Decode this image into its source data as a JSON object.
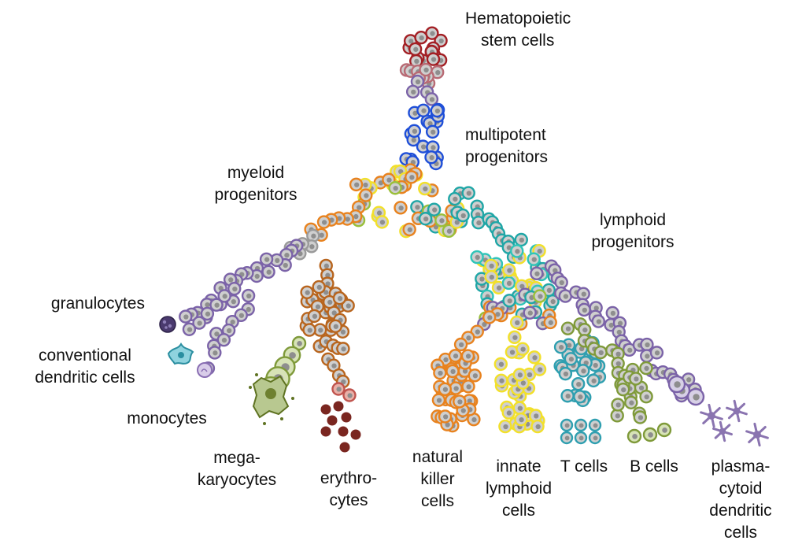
{
  "labels": {
    "hsc": [
      "Hematopoietic",
      "stem cells"
    ],
    "mpp": [
      "multipotent",
      "progenitors"
    ],
    "myeloid": [
      "myeloid",
      "progenitors"
    ],
    "lymphoid": [
      "lymphoid",
      "progenitors"
    ],
    "granulocytes": [
      "granulocytes"
    ],
    "cdc": [
      "conventional",
      "dendritic cells"
    ],
    "monocytes": [
      "monocytes"
    ],
    "megakaryocytes": [
      "mega-",
      "karyocytes"
    ],
    "erythrocytes": [
      "erythro-",
      "cytes"
    ],
    "nk": [
      "natural",
      "killer",
      "cells"
    ],
    "ilc": [
      "innate",
      "lymphoid",
      "cells"
    ],
    "tcells": [
      "T cells"
    ],
    "bcells": [
      "B cells"
    ],
    "pdc": [
      "plasma-",
      "cytoid",
      "dendritic",
      "cells"
    ]
  },
  "colors": {
    "hsc": "#a31f24",
    "hsc_light": "#b86a74",
    "mpp": "#1f4fd8",
    "orange": "#e8821e",
    "yellow": "#f2e02a",
    "teal": "#1fa6a6",
    "grey": "#9a9a9a",
    "purple": "#7b63a8",
    "brown": "#b8651e",
    "green": "#7f9a3a",
    "olive": "#6b7d2a",
    "erythro": "#7a2620",
    "cdc": "#3ab3c8",
    "tcell": "#2f9fb0",
    "pdc": "#8a74b0"
  }
}
